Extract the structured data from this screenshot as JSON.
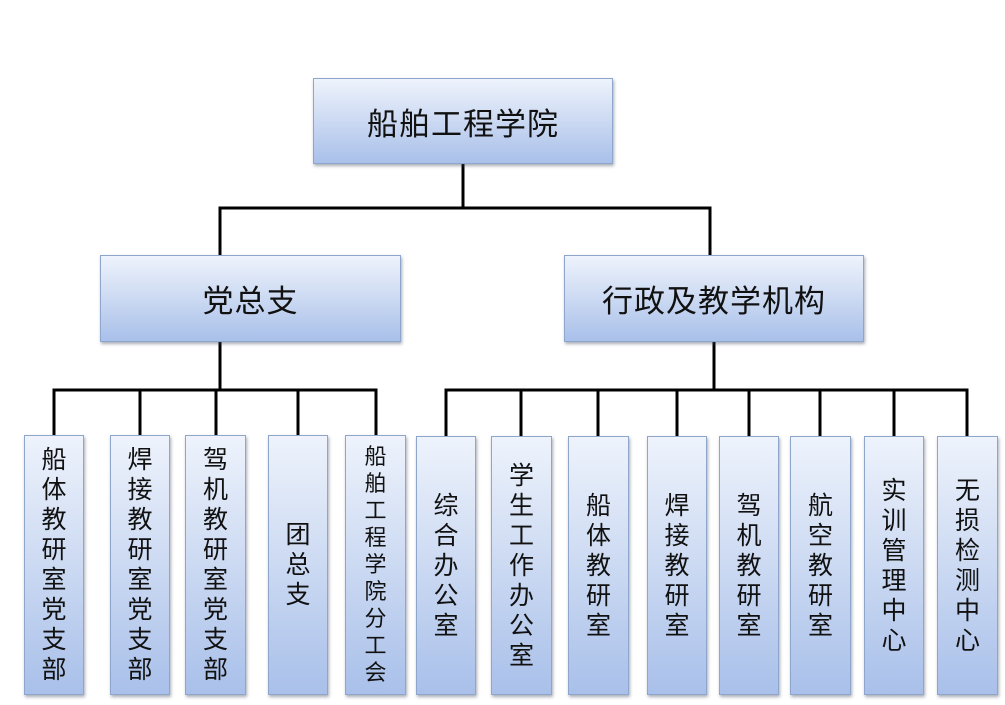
{
  "root": {
    "label": "船舶工程学院"
  },
  "branches": [
    {
      "label": "党总支"
    },
    {
      "label": "行政及教学机构"
    }
  ],
  "party_units": [
    {
      "label": "船体教研室党支部"
    },
    {
      "label": "焊接教研室党支部"
    },
    {
      "label": "驾机教研室党支部"
    },
    {
      "label": "团总支"
    },
    {
      "label": "船舶工程学院分工会"
    }
  ],
  "admin_units": [
    {
      "label": "综合办公室"
    },
    {
      "label": "学生工作办公室"
    },
    {
      "label": "船体教研室"
    },
    {
      "label": "焊接教研室"
    },
    {
      "label": "驾机教研室"
    },
    {
      "label": "航空教研室"
    },
    {
      "label": "实训管理中心"
    },
    {
      "label": "无损检测中心"
    }
  ],
  "colors": {
    "connector": "#000000",
    "box_border": "#8fa6cc",
    "box_fill_top": "#eef3fc",
    "box_fill_bottom": "#a9c0ea"
  }
}
